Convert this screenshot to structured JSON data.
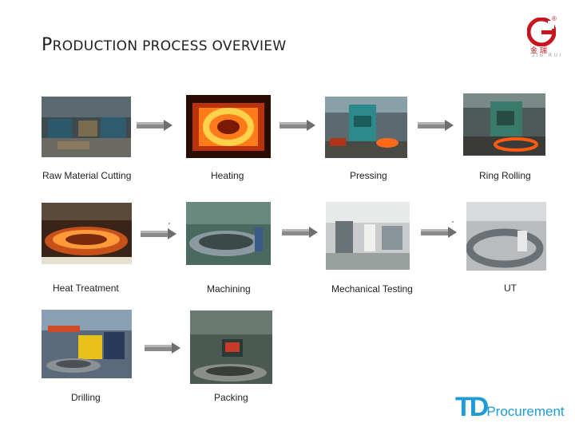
{
  "header": {
    "title_cap": "P",
    "title_rest": "RODUCTION PROCESS OVERVIEW"
  },
  "logo": {
    "brand_chars": "金瑞",
    "brand_pinyin": "JIN RUI",
    "registered": "®"
  },
  "steps": [
    {
      "label": "Raw Material Cutting"
    },
    {
      "label": "Heating"
    },
    {
      "label": "Pressing"
    },
    {
      "label": "Ring Rolling"
    },
    {
      "label": "Heat Treatment"
    },
    {
      "label": "Machining"
    },
    {
      "label": "Mechanical Testing"
    },
    {
      "label": "UT"
    },
    {
      "label": "Drilling"
    },
    {
      "label": "Packing"
    }
  ],
  "footer_logo": {
    "mark": "TD",
    "word": "Procurement"
  },
  "colors": {
    "brand_red": "#c8141e",
    "td_blue": "#1f9bd7",
    "arrow_gray": "#8a8a8a"
  }
}
